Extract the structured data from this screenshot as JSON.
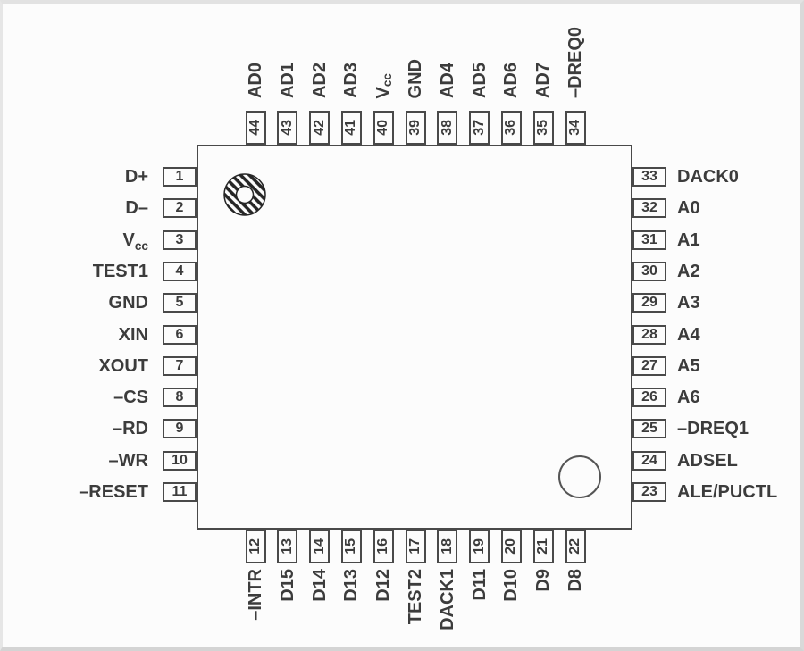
{
  "diagram": {
    "kind": "ic-pinout",
    "pin_count": 44,
    "orientation_note": "top and bottom labels read bottom-to-top"
  },
  "colors": {
    "line": "#494949",
    "text": "#3c3c3c",
    "background": "#fcfcfc",
    "page_border": "#d9d9d9"
  },
  "markers": {
    "pin1_marker": "hatched-donut",
    "index_marker": "open-circle"
  },
  "pins": {
    "left": [
      {
        "num": "1",
        "label": "D+"
      },
      {
        "num": "2",
        "label": "D–"
      },
      {
        "num": "3",
        "label": "V",
        "sub": "cc"
      },
      {
        "num": "4",
        "label": "TEST1"
      },
      {
        "num": "5",
        "label": "GND"
      },
      {
        "num": "6",
        "label": "XIN"
      },
      {
        "num": "7",
        "label": "XOUT"
      },
      {
        "num": "8",
        "label": "–CS"
      },
      {
        "num": "9",
        "label": "–RD"
      },
      {
        "num": "10",
        "label": "–WR"
      },
      {
        "num": "11",
        "label": "–RESET"
      }
    ],
    "top": [
      {
        "num": "44",
        "label": "AD0"
      },
      {
        "num": "43",
        "label": "AD1"
      },
      {
        "num": "42",
        "label": "AD2"
      },
      {
        "num": "41",
        "label": "AD3"
      },
      {
        "num": "40",
        "label": "V",
        "sub": "cc"
      },
      {
        "num": "39",
        "label": "GND"
      },
      {
        "num": "38",
        "label": "AD4"
      },
      {
        "num": "37",
        "label": "AD5"
      },
      {
        "num": "36",
        "label": "AD6"
      },
      {
        "num": "35",
        "label": "AD7"
      },
      {
        "num": "34",
        "label": "–DREQ0"
      }
    ],
    "right": [
      {
        "num": "33",
        "label": "DACK0"
      },
      {
        "num": "32",
        "label": "A0"
      },
      {
        "num": "31",
        "label": "A1"
      },
      {
        "num": "30",
        "label": "A2"
      },
      {
        "num": "29",
        "label": "A3"
      },
      {
        "num": "28",
        "label": "A4"
      },
      {
        "num": "27",
        "label": "A5"
      },
      {
        "num": "26",
        "label": "A6"
      },
      {
        "num": "25",
        "label": "–DREQ1"
      },
      {
        "num": "24",
        "label": "ADSEL"
      },
      {
        "num": "23",
        "label": "ALE/PUCTL"
      }
    ],
    "bottom": [
      {
        "num": "12",
        "label": "–INTR"
      },
      {
        "num": "13",
        "label": "D15"
      },
      {
        "num": "14",
        "label": "D14"
      },
      {
        "num": "15",
        "label": "D13"
      },
      {
        "num": "16",
        "label": "D12"
      },
      {
        "num": "17",
        "label": "TEST2"
      },
      {
        "num": "18",
        "label": "DACK1"
      },
      {
        "num": "19",
        "label": "D11"
      },
      {
        "num": "20",
        "label": "D10"
      },
      {
        "num": "21",
        "label": "D9"
      },
      {
        "num": "22",
        "label": "D8"
      }
    ]
  }
}
